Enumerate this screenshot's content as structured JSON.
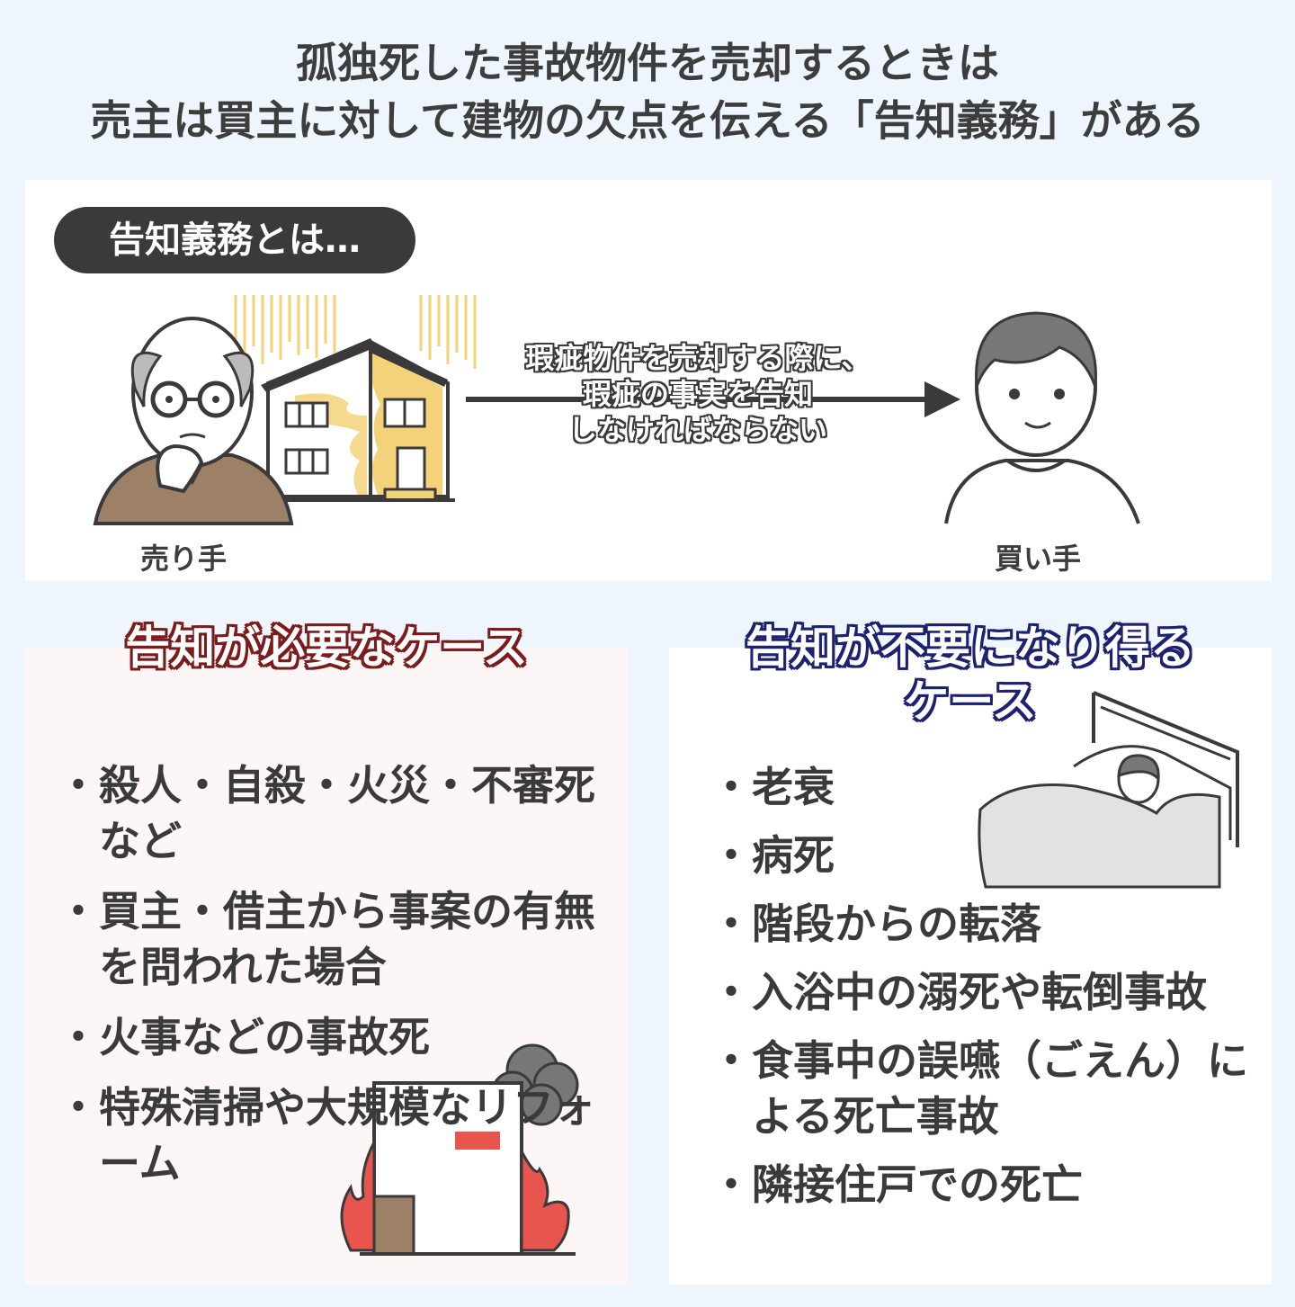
{
  "title": {
    "line1": "孤独死した事故物件を売却するときは",
    "line2": "売主は買主に対して建物の欠点を伝える「告知義務」がある"
  },
  "explain": {
    "pill": "告知義務とは…",
    "arrow_line1": "瑕疵物件を売却する際に、",
    "arrow_line2": "瑕疵の事実を告知",
    "arrow_line3": "しなければならない",
    "seller": "売り手",
    "buyer": "買い手"
  },
  "required": {
    "heading": "告知が必要なケース",
    "items": [
      "殺人・自殺・火災・不審死など",
      "買主・借主から事案の有無を問われた場合",
      "火事などの事故死",
      "特殊清掃や大規模なリフォーム"
    ]
  },
  "not_required": {
    "heading_line1": "告知が不要になり得る",
    "heading_line2": "ケース",
    "items": [
      "老衰",
      "病死",
      "階段からの転落",
      "入浴中の溺死や転倒事故",
      "食事中の誤嚥（ごえん）による死亡事故",
      "隣接住戸での死亡"
    ]
  },
  "colors": {
    "background": "#eef5fd",
    "required_heading": "#7a1c1c",
    "not_required_heading": "#1c2270",
    "fire": "#e8554e",
    "house_yellow": "#f3d27a"
  }
}
